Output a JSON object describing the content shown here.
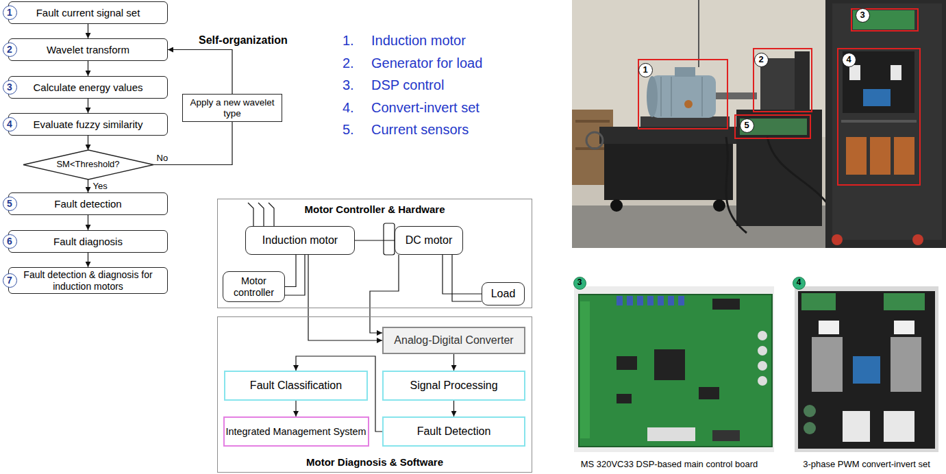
{
  "diagram": {
    "nodes": [
      {
        "text": [
          "Fault current signal set"
        ]
      },
      {
        "text": [
          "Wavelet transform"
        ]
      },
      {
        "text": [
          "Calculate energy values"
        ]
      },
      {
        "text": [
          "Evaluate fuzzy similarity"
        ]
      },
      {
        "text": [
          "SM<Threshold?"
        ]
      },
      {
        "text": [
          "Apply a new wavelet type"
        ]
      },
      {
        "text": [
          "Fault detection"
        ]
      },
      {
        "text": [
          "Fault diagnosis"
        ]
      },
      {
        "text": [
          "Fault detection & diagnosis for induction motors"
        ]
      },
      {
        "text": [
          "Motor Controller & Hardware"
        ]
      },
      {
        "text": [
          "Induction motor"
        ],
        "in": 9
      },
      {
        "text": [
          "DC motor"
        ],
        "in": 9
      },
      {
        "text": [
          "Motor controller"
        ],
        "in": 9
      },
      {
        "text": [
          "Load"
        ],
        "in": 9
      },
      {
        "text": [
          "Motor Diagnosis & Software"
        ]
      },
      {
        "text": [
          "Analog-Digital Converter"
        ],
        "in": 14
      },
      {
        "text": [
          "Fault Classification"
        ],
        "in": 14
      },
      {
        "text": [
          "Signal Processing"
        ],
        "in": 14
      },
      {
        "text": [
          "Integrated Management System"
        ],
        "in": 14
      },
      {
        "text": [
          "Fault Detection"
        ],
        "in": 14
      }
    ],
    "edges": [
      {
        "from": 0,
        "to": 1,
        "arrow": "to"
      },
      {
        "from": 1,
        "to": 2,
        "arrow": "to"
      },
      {
        "from": 2,
        "to": 3,
        "arrow": "to"
      },
      {
        "from": 3,
        "to": 4,
        "arrow": "to"
      },
      {
        "from": 4,
        "to": 5,
        "label": "No",
        "arrow": "none"
      },
      {
        "from": 5,
        "to": 1,
        "label": "Self-organization",
        "arrow": "to"
      },
      {
        "from": 4,
        "to": 6,
        "label": "Yes",
        "arrow": "to"
      },
      {
        "from": 6,
        "to": 7,
        "arrow": "to"
      },
      {
        "from": 7,
        "to": 8,
        "arrow": "to"
      },
      {
        "from": 10,
        "to": 12,
        "arrow": "none"
      },
      {
        "from": 10,
        "to": 11,
        "arrow": "none"
      },
      {
        "from": 11,
        "to": 13,
        "arrow": "none"
      },
      {
        "from": 10,
        "to": 15,
        "arrow": "to"
      },
      {
        "from": 11,
        "to": 15,
        "arrow": "to"
      },
      {
        "from": 15,
        "to": 17,
        "arrow": "to"
      },
      {
        "from": 17,
        "to": 19,
        "arrow": "to"
      },
      {
        "from": 19,
        "to": 16,
        "arrow": "to"
      },
      {
        "from": 16,
        "to": 18,
        "arrow": "to"
      }
    ],
    "labels": [
      "1",
      "2",
      "3",
      "4",
      "5",
      "6",
      "7",
      "1.",
      "Induction motor",
      "2.",
      "Generator for load",
      "3.",
      "DSP control",
      "4.",
      "Convert-invert set",
      "5.",
      "Current sensors",
      "1",
      "2",
      "3",
      "4",
      "5",
      "3",
      "MS 320VC33 DSP-based main control board",
      "4",
      "3-phase PWM convert-invert set"
    ]
  }
}
